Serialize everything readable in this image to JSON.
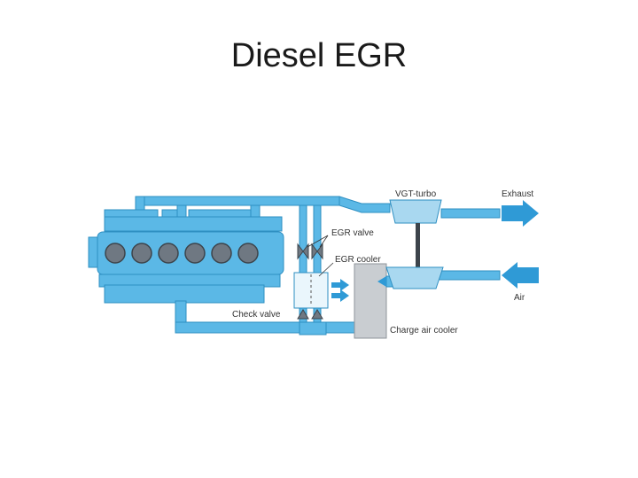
{
  "slide": {
    "title": "Diesel EGR"
  },
  "labels": {
    "vgt_turbo": "VGT-turbo",
    "exhaust": "Exhaust",
    "egr_valve": "EGR valve",
    "egr_cooler": "EGR cooler",
    "air": "Air",
    "check_valve": "Check valve",
    "charge_air_cooler": "Charge air cooler"
  },
  "colors": {
    "duct": "#5bb8e6",
    "duct_outline": "#2e8fc2",
    "cylinder": "#6f7882",
    "cooler": "#c9cdd1",
    "arrow": "#2f9ad6"
  },
  "icons": [
    "exhaust-arrow-icon",
    "air-arrow-icon",
    "egr-valve-icon",
    "check-valve-icon"
  ]
}
